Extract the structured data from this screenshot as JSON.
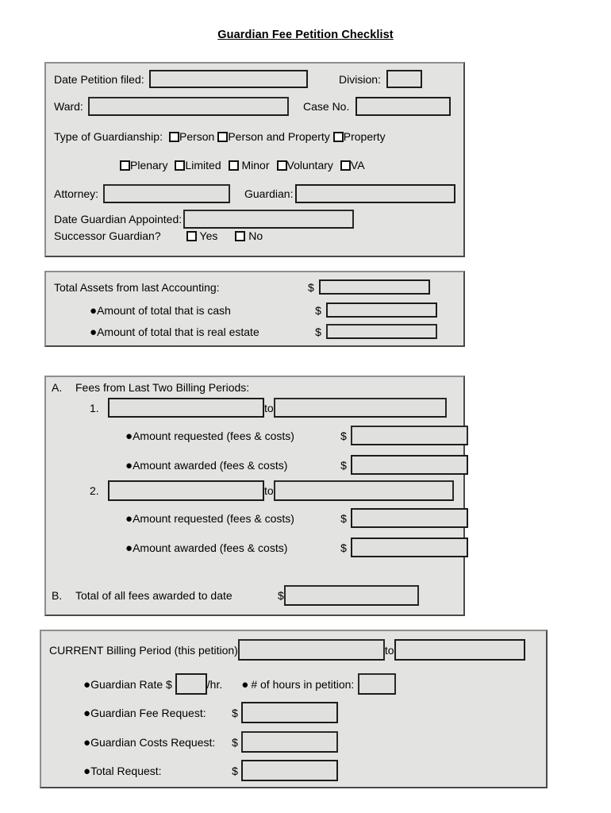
{
  "title": "Guardian Fee Petition Checklist",
  "identification": {
    "date_petition_filed_label": "Date Petition filed:",
    "date_petition_filed_value": "",
    "division_label": "Division:",
    "division_value": "",
    "ward_label": "Ward:",
    "ward_value": "",
    "case_no_label": "Case No.",
    "case_no_value": "",
    "type_of_guardianship_label": "Type of Guardianship:",
    "type_options": [
      {
        "label": "Person",
        "checked": false
      },
      {
        "label": "Person and Property",
        "checked": false
      },
      {
        "label": "Property",
        "checked": false
      }
    ],
    "category_options": [
      {
        "label": "Plenary",
        "checked": false
      },
      {
        "label": "Limited",
        "checked": false
      },
      {
        "label": " Minor",
        "checked": false
      },
      {
        "label": "Voluntary",
        "checked": false
      },
      {
        "label": "VA",
        "checked": false
      }
    ],
    "attorney_label": "Attorney:",
    "attorney_value": "",
    "guardian_label": "Guardian:",
    "guardian_value": "",
    "date_guardian_appointed_label": "Date Guardian Appointed:",
    "date_guardian_appointed_value": "",
    "successor_guardian_label": "Successor Guardian?",
    "successor_yes_label": "Yes",
    "successor_no_label": "No",
    "successor_yes_checked": false,
    "successor_no_checked": false
  },
  "assets": {
    "total_assets_label": "Total Assets from last Accounting:",
    "total_assets_value": "",
    "cash_label": "Amount of total that is cash",
    "cash_value": "",
    "real_estate_label": "Amount of total that is real estate",
    "real_estate_value": "",
    "currency_symbol": "$",
    "bullet": "●"
  },
  "fees": {
    "section_a_letter": "A.",
    "section_a_label": "Fees from Last Two Billing Periods:",
    "period_to_label": "to",
    "periods": [
      {
        "number": "1.",
        "from_value": "",
        "to_value": "",
        "requested_label": "Amount requested  (fees & costs)",
        "requested_value": "",
        "awarded_label": "Amount awarded    (fees & costs)",
        "awarded_value": ""
      },
      {
        "number": "2.",
        "from_value": "",
        "to_value": "",
        "requested_label": "Amount requested  (fees & costs)",
        "requested_value": "",
        "awarded_label": "Amount awarded    (fees & costs)",
        "awarded_value": ""
      }
    ],
    "section_b_letter": "B.",
    "section_b_label": "Total of all fees awarded to date",
    "section_b_value": "",
    "currency_symbol": "$",
    "bullet": "●"
  },
  "current_period": {
    "heading": "CURRENT Billing Period (this petition)",
    "from_value": "",
    "to_label": "to",
    "to_value": "",
    "guardian_rate_label": "Guardian Rate $",
    "guardian_rate_value": "",
    "per_hour_label": "/hr.",
    "hours_label": "# of hours in petition:",
    "hours_value": "",
    "fee_request_label": "Guardian Fee Request:",
    "fee_request_value": "",
    "costs_request_label": "Guardian Costs Request:",
    "costs_request_value": "",
    "total_request_label": "Total Request:",
    "total_request_value": "",
    "currency_symbol": "$",
    "bullet": "●"
  }
}
